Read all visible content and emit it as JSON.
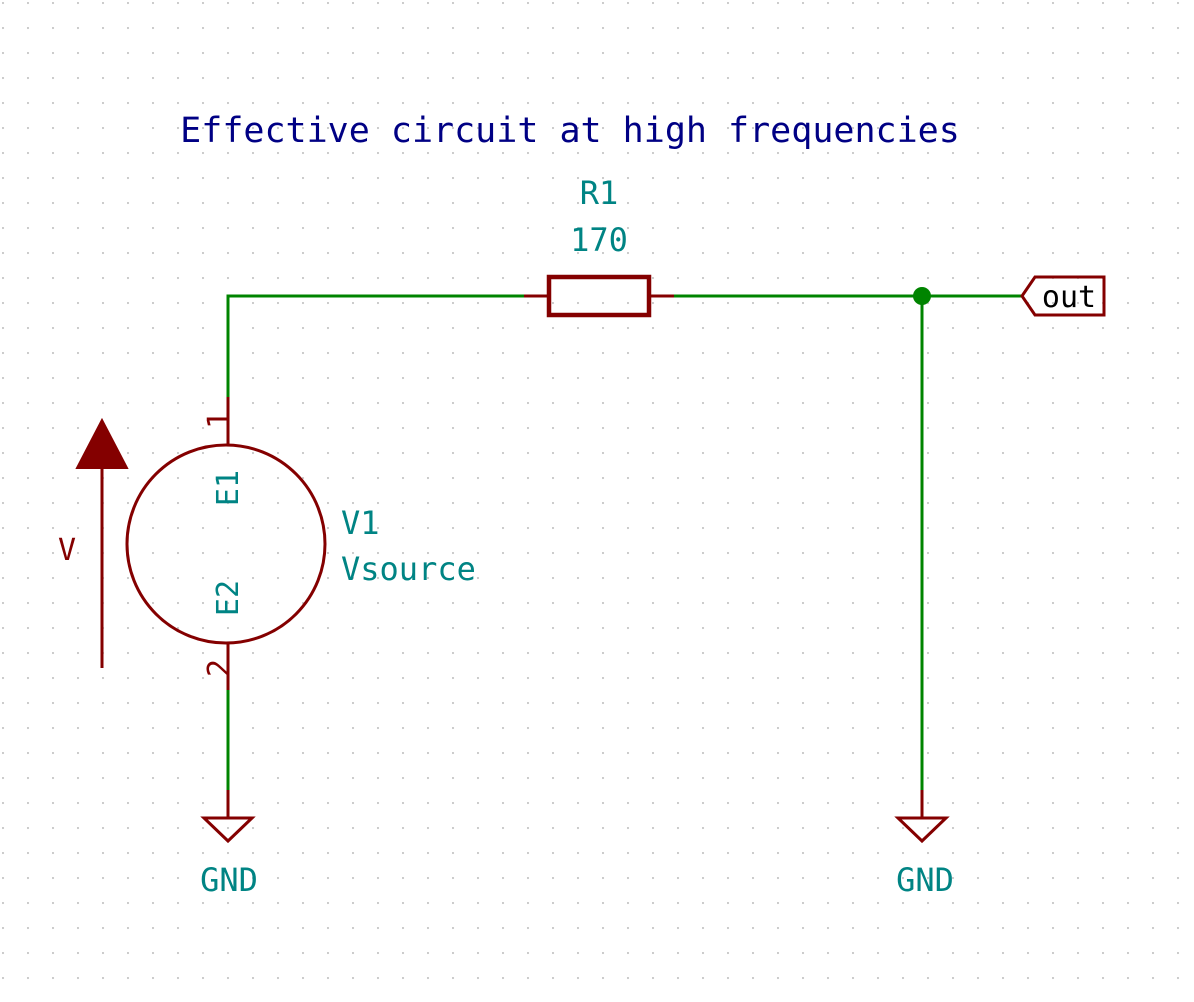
{
  "title": "Effective circuit at high frequencies",
  "resistor": {
    "reference": "R1",
    "value": "170"
  },
  "source": {
    "reference": "V1",
    "value": "Vsource",
    "pin_top_number": "1",
    "pin_bottom_number": "2",
    "pin_top_name": "E1",
    "pin_bottom_name": "E2",
    "arrow_label": "V"
  },
  "gnd_left": {
    "label": "GND"
  },
  "gnd_right": {
    "label": "GND"
  },
  "output_label": {
    "text": "out"
  },
  "colors": {
    "background": "#ffffff",
    "grid_dot": "#c8c8c8",
    "wire": "#008400",
    "junction": "#008400",
    "symbol": "#840000",
    "field_text": "#008484",
    "notes_text": "#000084"
  }
}
